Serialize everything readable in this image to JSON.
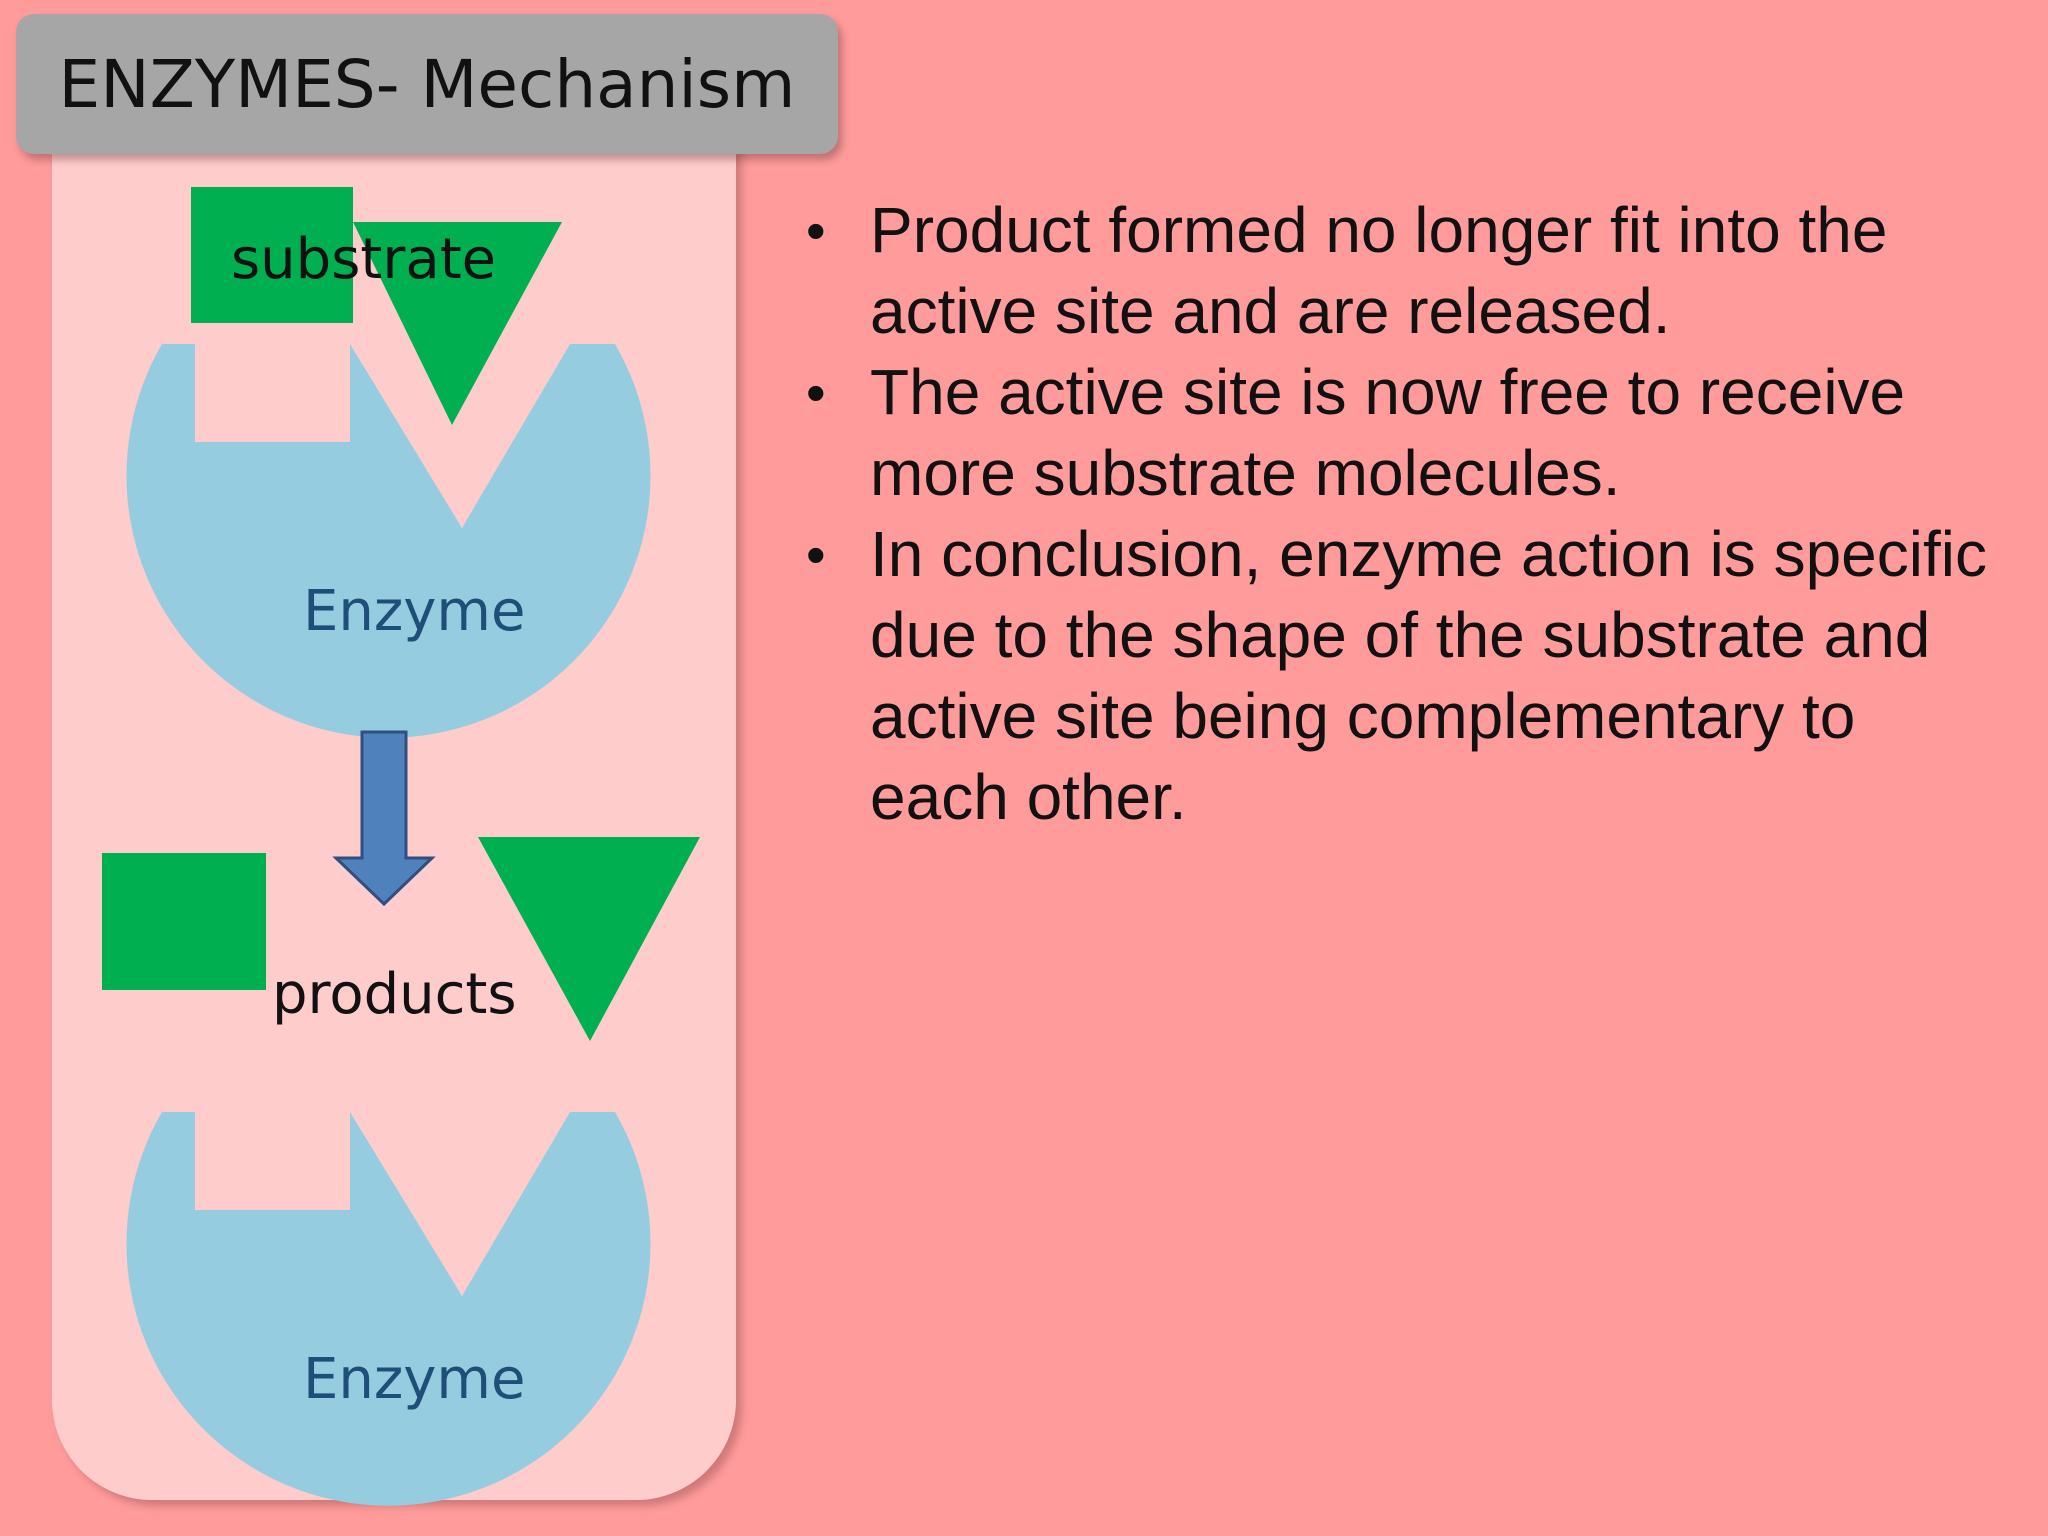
{
  "title": "ENZYMES- Mechanism",
  "diagram": {
    "substrate_label": "substrate",
    "enzyme_label_top": "Enzyme",
    "products_label": "products",
    "enzyme_label_bottom": "Enzyme",
    "colors": {
      "enzyme": "#95cce0",
      "substrate": "#00b050",
      "arrow": "#4f81bd",
      "enzyme_text": "#1f4e79"
    }
  },
  "bullets": [
    "Product formed no longer fit into the active site and are released.",
    "The active site is now free to receive more substrate molecules.",
    "In conclusion, enzyme action is specific due to the shape of the substrate and active site being complementary to each other."
  ],
  "bullet_symbol": "•"
}
